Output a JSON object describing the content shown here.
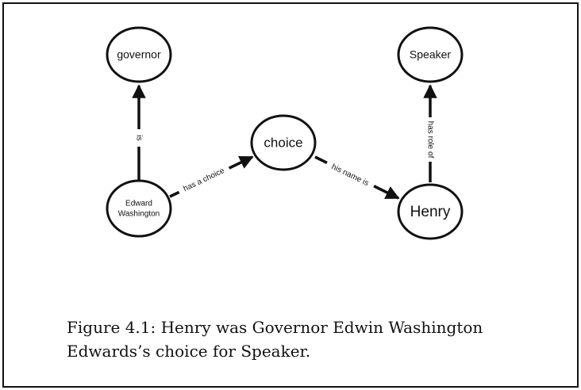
{
  "diagram": {
    "nodes": [
      {
        "id": "governor",
        "label": "governor"
      },
      {
        "id": "speaker",
        "label": "Speaker"
      },
      {
        "id": "choice",
        "label": "choice"
      },
      {
        "id": "edward",
        "label_line1": "Edward",
        "label_line2": "Washington"
      },
      {
        "id": "henry",
        "label": "Henry"
      }
    ],
    "edges": [
      {
        "id": "is",
        "from": "Edward Washington",
        "to": "governor",
        "label": "is"
      },
      {
        "id": "has-a-choice",
        "from": "Edward Washington",
        "to": "choice",
        "label": "has a choice"
      },
      {
        "id": "his-name-is",
        "from": "choice",
        "to": "Henry",
        "label": "his name is"
      },
      {
        "id": "has-role-of",
        "from": "Henry",
        "to": "Speaker",
        "label": "has role of"
      }
    ]
  },
  "caption": {
    "line1": "Figure 4.1: Henry was Governor Edwin Washington",
    "line2": "Edwards’s choice for Speaker."
  }
}
